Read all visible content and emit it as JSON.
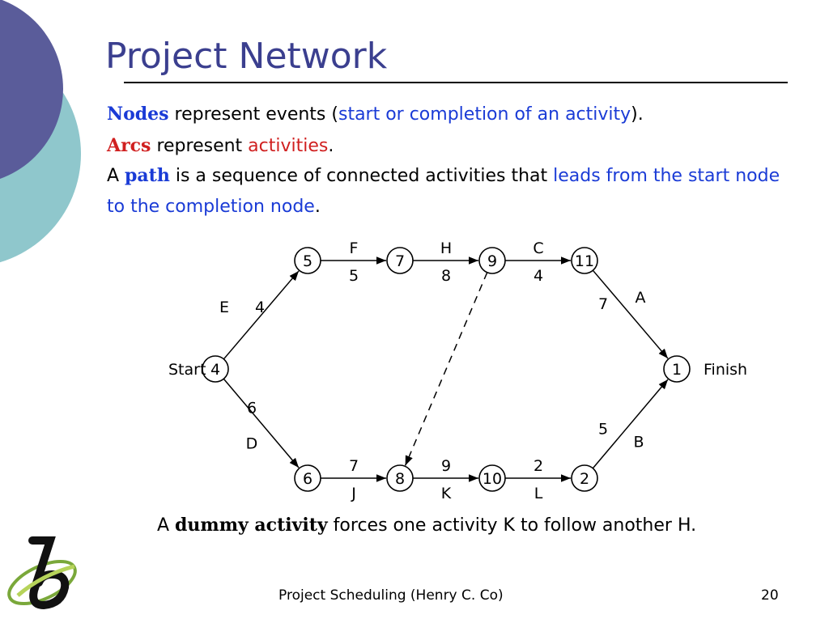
{
  "slide": {
    "title": "Project Network",
    "bullets": {
      "line1": {
        "term": "Nodes",
        "text_a": " represent events (",
        "highlight": "start or completion of an activity",
        "text_b": ")."
      },
      "line2": {
        "term": "Arcs",
        "text_a": " represent ",
        "highlight": "activities",
        "text_b": "."
      },
      "line3": {
        "text_a": "A ",
        "term": "path",
        "text_b": " is a sequence of connected activities that ",
        "highlight": "leads from the start node"
      },
      "line4": {
        "highlight": "to the completion node",
        "text_b": "."
      }
    },
    "caption": {
      "text_a": "A ",
      "term": "dummy activity",
      "text_b": " forces one activity K to follow another H."
    },
    "footer": {
      "left": "Project Scheduling (Henry C. Co)",
      "page": "20"
    }
  },
  "diagram": {
    "nodes": [
      {
        "id": "4",
        "label": "4"
      },
      {
        "id": "5",
        "label": "5"
      },
      {
        "id": "7",
        "label": "7"
      },
      {
        "id": "9",
        "label": "9"
      },
      {
        "id": "11",
        "label": "11"
      },
      {
        "id": "1",
        "label": "1"
      },
      {
        "id": "6",
        "label": "6"
      },
      {
        "id": "8",
        "label": "8"
      },
      {
        "id": "10",
        "label": "10"
      },
      {
        "id": "2",
        "label": "2"
      }
    ],
    "start_label": "Start",
    "finish_label": "Finish",
    "edges": [
      {
        "from": "4",
        "to": "5",
        "activity": "E",
        "duration": "4"
      },
      {
        "from": "5",
        "to": "7",
        "activity": "F",
        "duration": "5"
      },
      {
        "from": "7",
        "to": "9",
        "activity": "H",
        "duration": "8"
      },
      {
        "from": "9",
        "to": "11",
        "activity": "C",
        "duration": "4"
      },
      {
        "from": "11",
        "to": "1",
        "activity": "A",
        "duration": "7"
      },
      {
        "from": "4",
        "to": "6",
        "activity": "D",
        "duration": "6"
      },
      {
        "from": "6",
        "to": "8",
        "activity": "J",
        "duration": "7"
      },
      {
        "from": "8",
        "to": "10",
        "activity": "K",
        "duration": "9"
      },
      {
        "from": "10",
        "to": "2",
        "activity": "L",
        "duration": "2"
      },
      {
        "from": "2",
        "to": "1",
        "activity": "B",
        "duration": "5"
      }
    ],
    "dummy": {
      "from": "9",
      "to": "8"
    }
  },
  "colors": {
    "title": "#3b3f8f",
    "term_blue": "#1a3bd6",
    "term_red": "#d02020",
    "deco_dark": "#5a5c9a",
    "deco_teal": "#8fc7cc"
  }
}
